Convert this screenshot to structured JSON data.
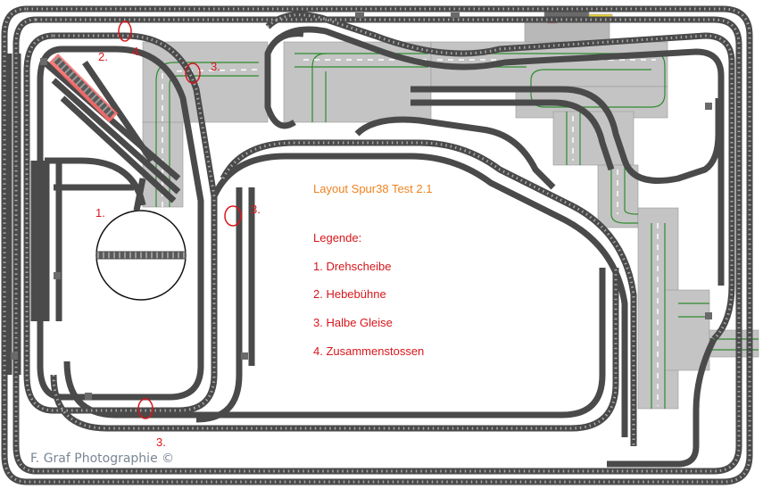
{
  "layout_title": "Layout Spur38 Test 2.1",
  "legend": {
    "heading": "Legende:",
    "items": [
      "1. Drehscheibe",
      "2. Hebebühne",
      "3. Halbe Gleise",
      "4. Zusammenstossen"
    ]
  },
  "markers": {
    "turntable": "1.",
    "lift_bridge": "2.",
    "half_track_1": "3.",
    "half_track_2": "3.",
    "half_track_3": "3.",
    "join": "4."
  },
  "credit": "F. Graf Photographie ©",
  "colors": {
    "track": "#4a4a4a",
    "sleeper": "#8c8c8c",
    "road": "#c4c4c4",
    "road_line": "#2e8b2e",
    "marker": "#d8161b",
    "title": "#f0821e",
    "credit": "#7a8694"
  }
}
